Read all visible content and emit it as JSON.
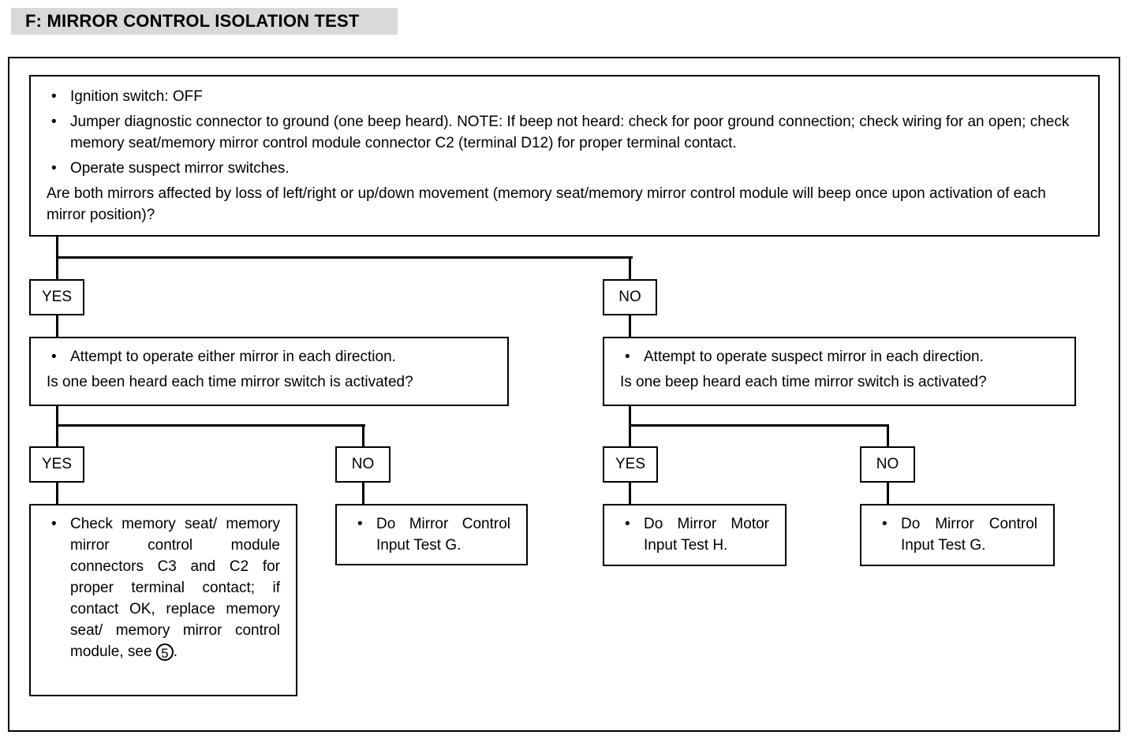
{
  "title": "F:  MIRROR CONTROL ISOLATION TEST",
  "top_box": {
    "bullets": [
      "Ignition switch:  OFF",
      "Jumper diagnostic connector to ground (one beep heard). NOTE:  If beep not heard:  check for poor ground connection; check wiring for an open; check memory seat/memory mirror control module connector C2 (terminal D12) for proper terminal contact.",
      "Operate suspect mirror switches."
    ],
    "question": "Are both mirrors affected by loss of left/right or up/down movement (memory seat/memory mirror control module will beep once upon activation of each mirror position)?"
  },
  "labels": {
    "yes": "YES",
    "no": "NO"
  },
  "left_box": {
    "bullet": "Attempt to operate either mirror in each direction.",
    "question": "Is one been heard each time mirror switch is activated?"
  },
  "right_box": {
    "bullet": "Attempt to operate suspect mirror in each direction.",
    "question": "Is one beep heard each time mirror switch is activated?"
  },
  "result_check": {
    "text": "Check memory seat/ memory mirror control module connectors C3 and C2 for proper terminal contact; if contact OK, replace memory seat/ memory mirror control module, see",
    "ref": "5",
    "end": "."
  },
  "result_g1": "Do Mirror Control Input Test G.",
  "result_h": "Do Mirror Motor Input Test H.",
  "result_g2": "Do Mirror Control Input Test G."
}
